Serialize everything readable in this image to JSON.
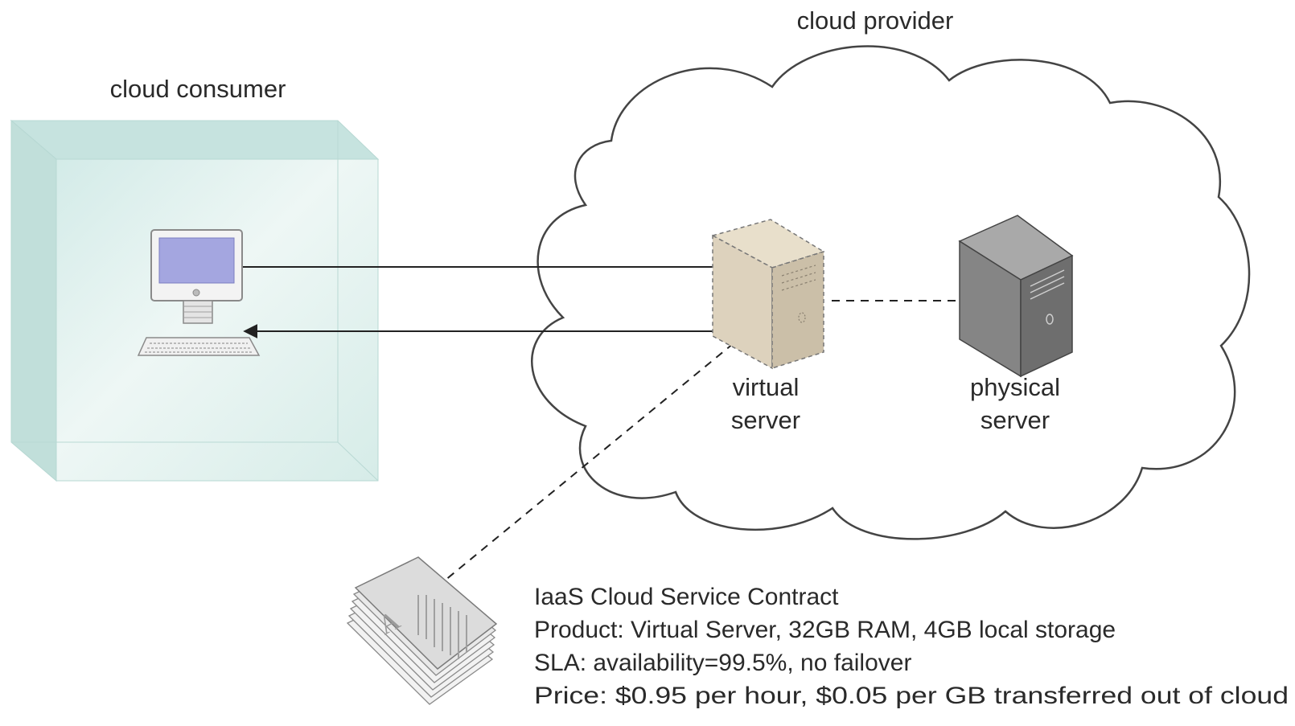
{
  "labels": {
    "cloud_provider": "cloud provider",
    "cloud_consumer": "cloud consumer",
    "virtual_server_line1": "virtual",
    "virtual_server_line2": "server",
    "physical_server_line1": "physical",
    "physical_server_line2": "server"
  },
  "contract": {
    "title": "IaaS Cloud Service Contract",
    "product": "Product: Virtual Server, 32GB RAM, 4GB local storage",
    "sla": "SLA: availability=99.5%, no failover",
    "price": "Price: $0.95 per hour, $0.05 per GB transferred out of cloud"
  },
  "colors": {
    "consumer_box": "#cfe8e4",
    "cloud_stroke": "#444444",
    "virtual_server": "#ddd2bd",
    "physical_server": "#8a8a8a",
    "monitor_screen": "#a4a6e0"
  },
  "icons": {
    "computer": "desktop-computer-icon",
    "virtual_server": "virtual-server-icon",
    "physical_server": "physical-server-icon",
    "document": "document-stack-icon"
  }
}
